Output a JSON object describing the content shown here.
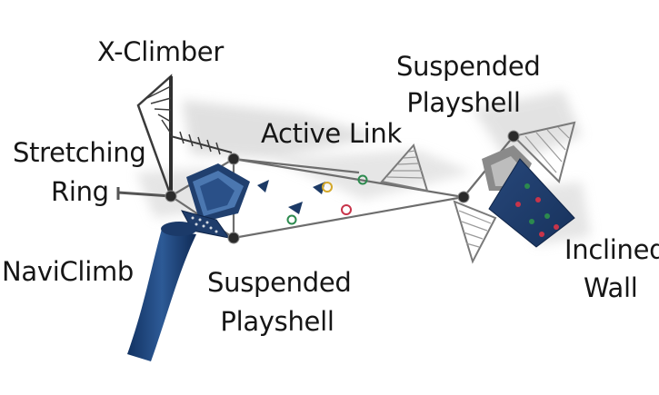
{
  "labels": {
    "x_climber": "X-Climber",
    "stretching_ring_line1": "Stretching",
    "stretching_ring_line2": "Ring",
    "active_link": "Active Link",
    "suspended_playshell_top_line1": "Suspended",
    "suspended_playshell_top_line2": "Playshell",
    "naviclimb": "NaviClimb",
    "suspended_playshell_bottom_line1": "Suspended",
    "suspended_playshell_bottom_line2": "Playshell",
    "inclined_wall_line1": "Inclined",
    "inclined_wall_line2": "Wall"
  },
  "colors": {
    "equipment_blue": "#1c3a66",
    "equipment_blue_light": "#3f6aa3",
    "net_line": "#9a9a9a",
    "frame": "#3a3a3a",
    "shadow": "#d4d4d4"
  }
}
